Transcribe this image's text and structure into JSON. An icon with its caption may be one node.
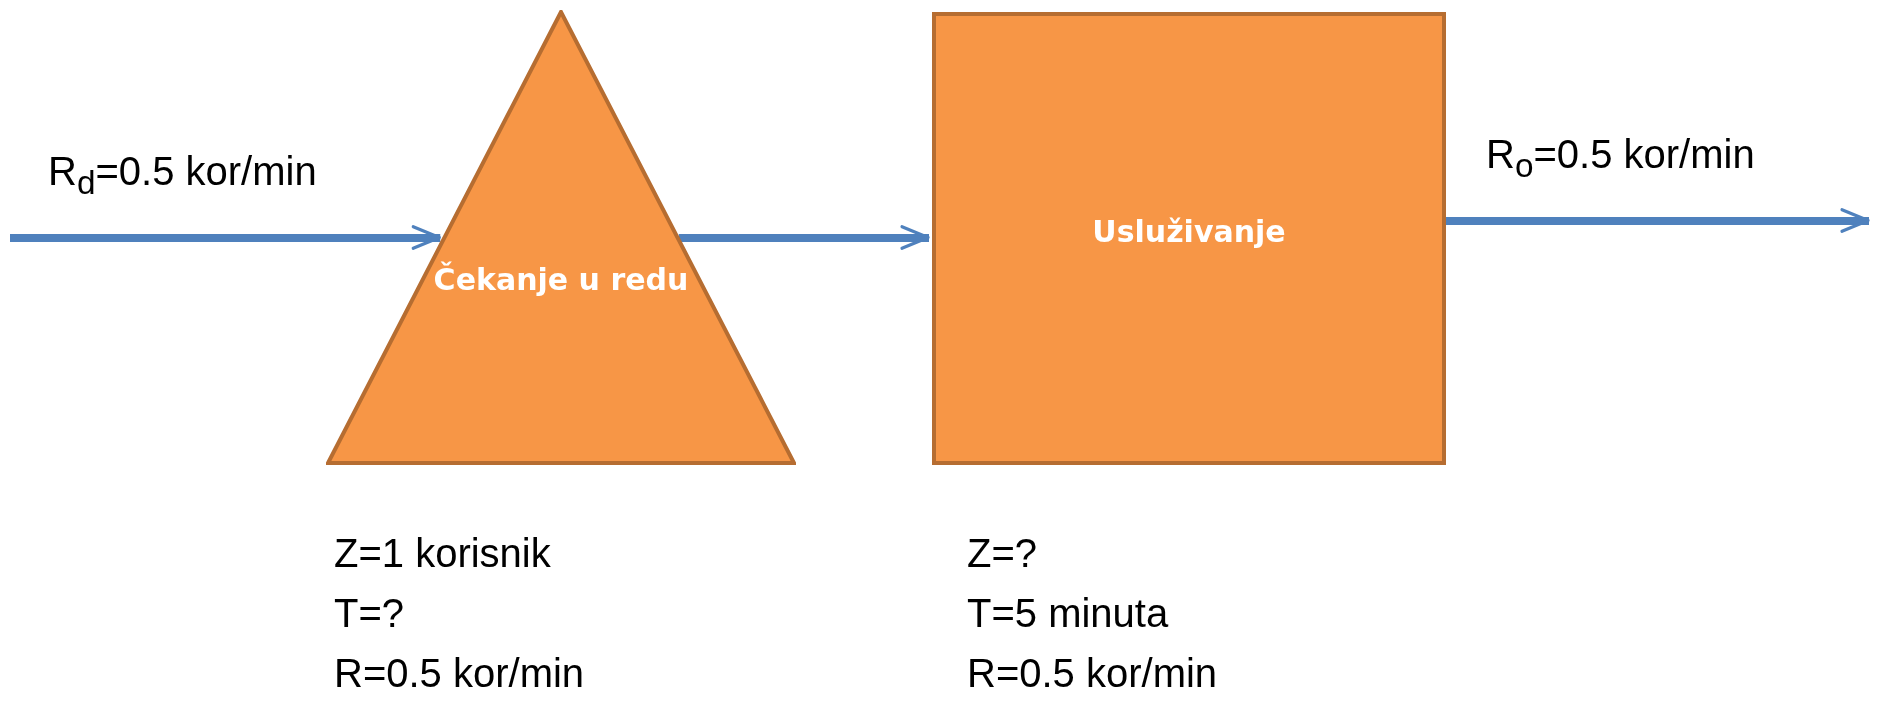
{
  "diagram": {
    "nodes": [
      {
        "text": [
          "Čekanje u redu"
        ],
        "beside": [
          "Z=1 korisnik",
          "T=?",
          "R=0.5 kor/min"
        ]
      },
      {
        "text": [
          "Usluživanje"
        ],
        "beside": [
          "Z=?",
          "T=5 minuta",
          "R=0.5 kor/min"
        ]
      }
    ],
    "edges": [
      {
        "from": null,
        "to": 0,
        "arrow": "to",
        "label": "R$_{d}$=0.5 kor/min"
      },
      {
        "from": 0,
        "to": 1,
        "arrow": "to"
      },
      {
        "from": 1,
        "to": null,
        "arrow": "to",
        "label": "R$_{o}$=0.5 kor/min"
      }
    ]
  }
}
